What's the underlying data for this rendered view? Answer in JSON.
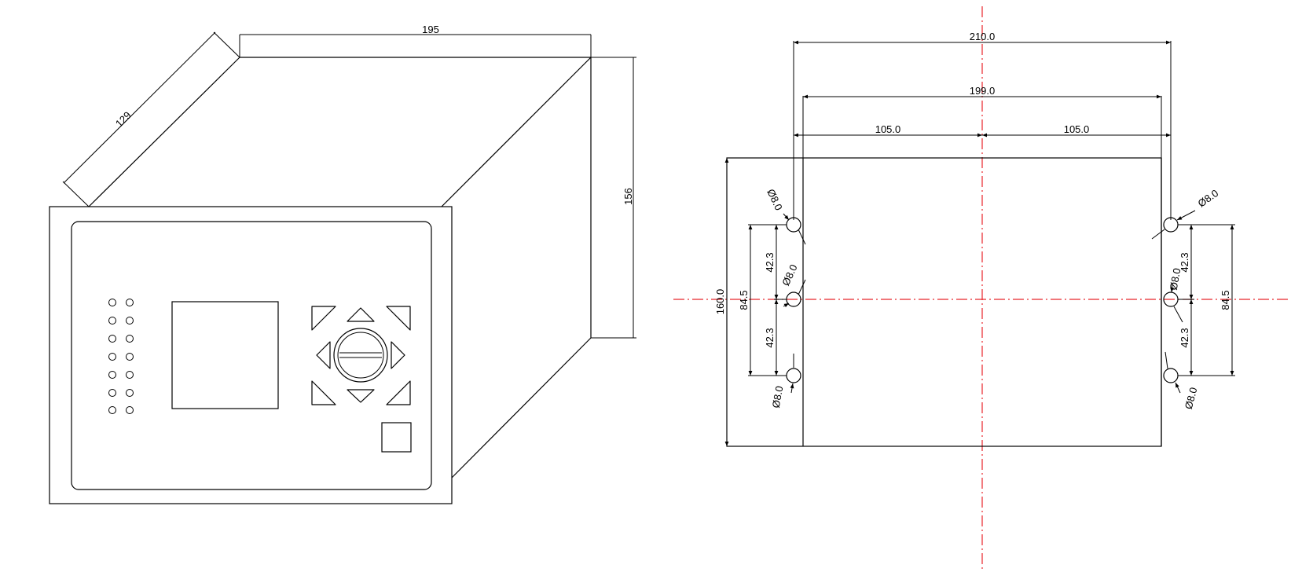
{
  "isometric_view": {
    "dim_width": "195",
    "dim_depth": "129",
    "dim_height": "156"
  },
  "mounting_view": {
    "dim_overall": "210.0",
    "dim_hole_span": "199.0",
    "dim_half_left": "105.0",
    "dim_half_right": "105.0",
    "dim_height": "160.0",
    "left_hole_span": "84.5",
    "right_hole_span": "84.5",
    "left_upper_pitch": "42.3",
    "left_lower_pitch": "42.3",
    "right_upper_pitch": "42.3",
    "right_lower_pitch": "42.3",
    "hole_diameter": "Ø8.0"
  },
  "colors": {
    "line": "#000000",
    "center_line": "#e8262b"
  },
  "icons": [
    "led-indicator-icon",
    "arrow-key-icon",
    "rotary-knob-icon"
  ]
}
